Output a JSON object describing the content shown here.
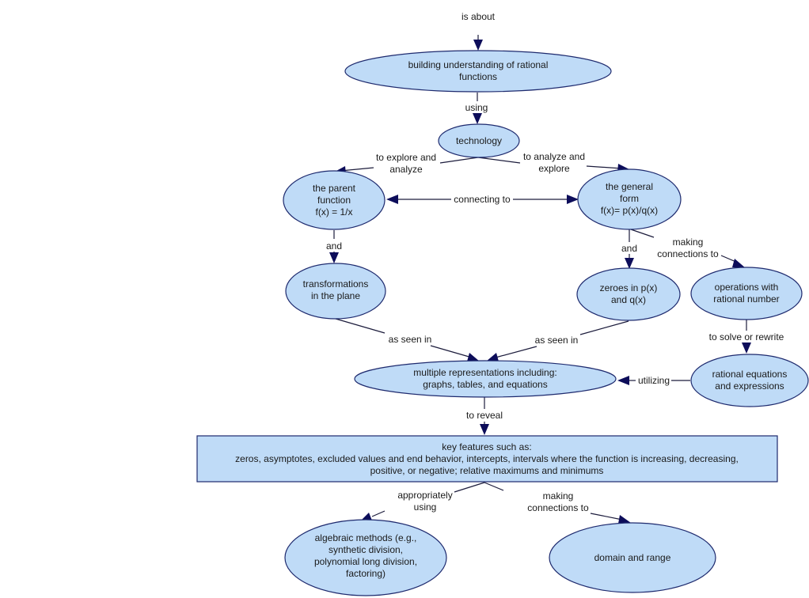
{
  "diagram": {
    "type": "concept-map",
    "colors": {
      "node_fill": "#bfdbf7",
      "node_stroke": "#1e2a6e",
      "arrow": "#0d0d5a",
      "text": "#1a1a1a"
    },
    "top_label": "is about",
    "nodes": {
      "building": [
        "building understanding of rational",
        "functions"
      ],
      "technology": [
        "technology"
      ],
      "parent": [
        "the parent",
        "function",
        "f(x) = 1/x"
      ],
      "general": [
        "the general",
        "form",
        "f(x)= p(x)/q(x)"
      ],
      "transformations": [
        "transformations",
        "in the plane"
      ],
      "zeroes": [
        "zeroes in p(x)",
        "and q(x)"
      ],
      "operations": [
        "operations with",
        "rational number"
      ],
      "multiple": [
        "multiple representations including:",
        "graphs, tables, and equations"
      ],
      "rational_eq": [
        "rational equations",
        "and expressions"
      ],
      "key_features": [
        "key features such as:",
        "zeros, asymptotes, excluded values and end behavior, intercepts, intervals where the function is increasing, decreasing,",
        "positive, or negative; relative maximums and minimums"
      ],
      "algebraic": [
        "algebraic methods (e.g.,",
        "synthetic division,",
        "polynomial long division,",
        "factoring)"
      ],
      "domain": [
        "domain and range"
      ]
    },
    "links": {
      "using": [
        "using"
      ],
      "explore_analyze": [
        "to explore and",
        "analyze"
      ],
      "analyze_explore": [
        "to analyze and",
        "explore"
      ],
      "connecting": [
        "connecting to"
      ],
      "and_left": [
        "and"
      ],
      "and_right": [
        "and"
      ],
      "making_connections_1": [
        "making",
        "connections to"
      ],
      "seen_left": [
        "as seen in"
      ],
      "seen_right": [
        "as seen in"
      ],
      "solve_rewrite": [
        "to solve or rewrite"
      ],
      "utilizing": [
        "utilizing"
      ],
      "reveal": [
        "to reveal"
      ],
      "appropriately": [
        "appropriately",
        "using"
      ],
      "making_connections_2": [
        "making",
        "connections to"
      ]
    }
  }
}
